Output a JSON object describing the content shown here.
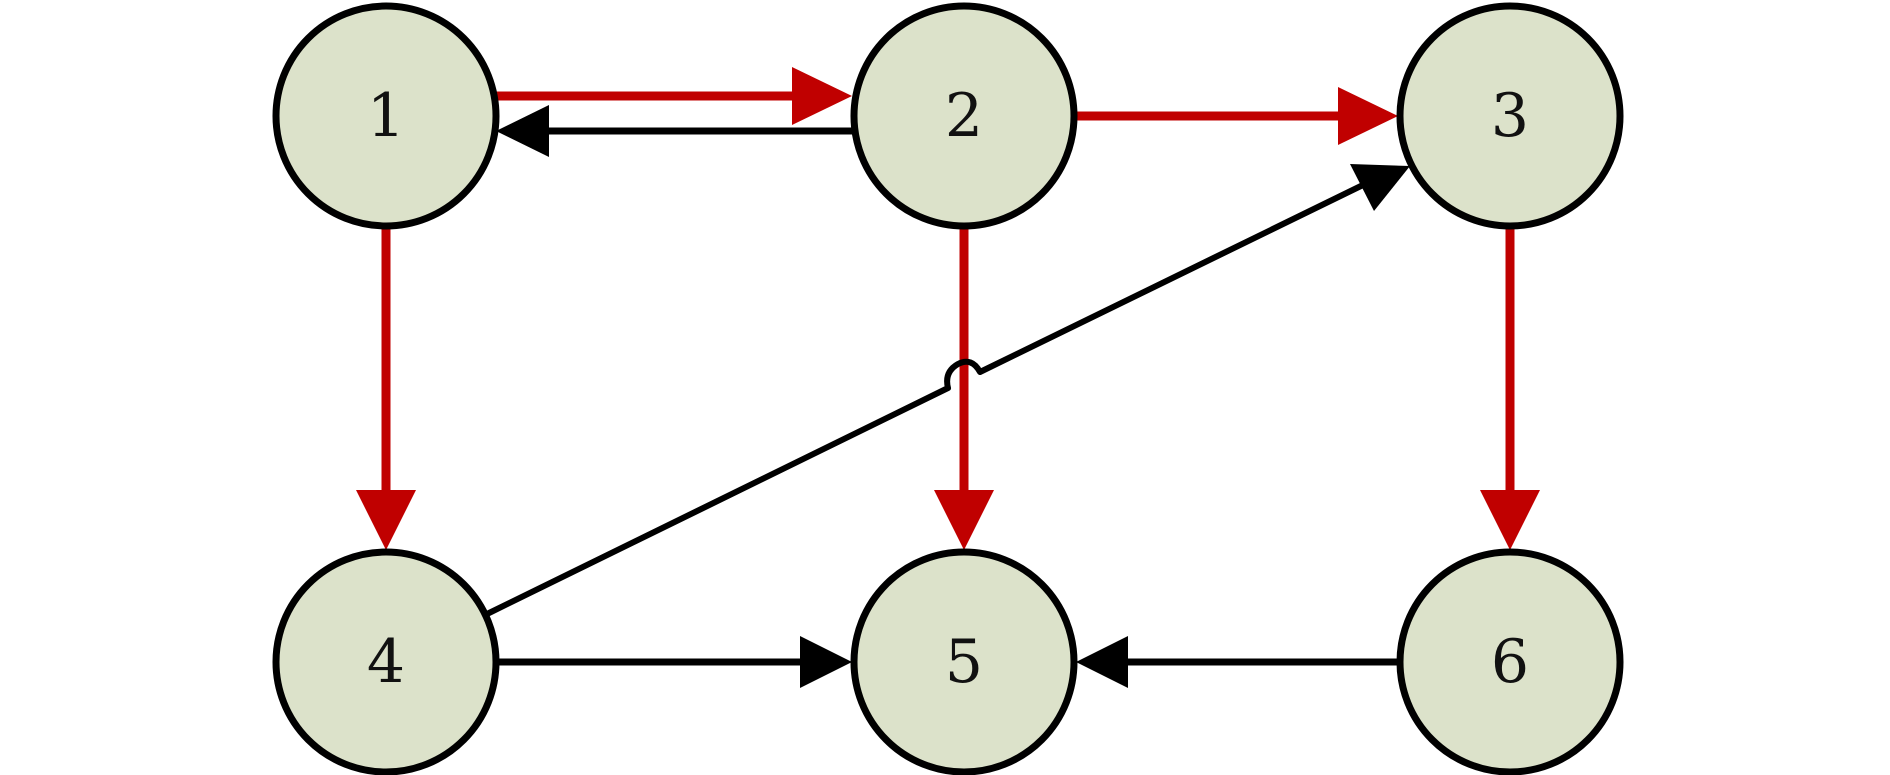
{
  "colors": {
    "node_fill": "#dce2ca",
    "node_stroke": "#000000",
    "edge_default": "#000000",
    "edge_highlight": "#c00000"
  },
  "nodes": [
    {
      "id": "1",
      "label": "1"
    },
    {
      "id": "2",
      "label": "2"
    },
    {
      "id": "3",
      "label": "3"
    },
    {
      "id": "4",
      "label": "4"
    },
    {
      "id": "5",
      "label": "5"
    },
    {
      "id": "6",
      "label": "6"
    }
  ],
  "edges": [
    {
      "from": "1",
      "to": "2",
      "highlight": true
    },
    {
      "from": "2",
      "to": "1",
      "highlight": false
    },
    {
      "from": "2",
      "to": "3",
      "highlight": true
    },
    {
      "from": "1",
      "to": "4",
      "highlight": true
    },
    {
      "from": "2",
      "to": "5",
      "highlight": true
    },
    {
      "from": "3",
      "to": "6",
      "highlight": true
    },
    {
      "from": "4",
      "to": "3",
      "highlight": false
    },
    {
      "from": "4",
      "to": "5",
      "highlight": false
    },
    {
      "from": "6",
      "to": "5",
      "highlight": false
    }
  ]
}
